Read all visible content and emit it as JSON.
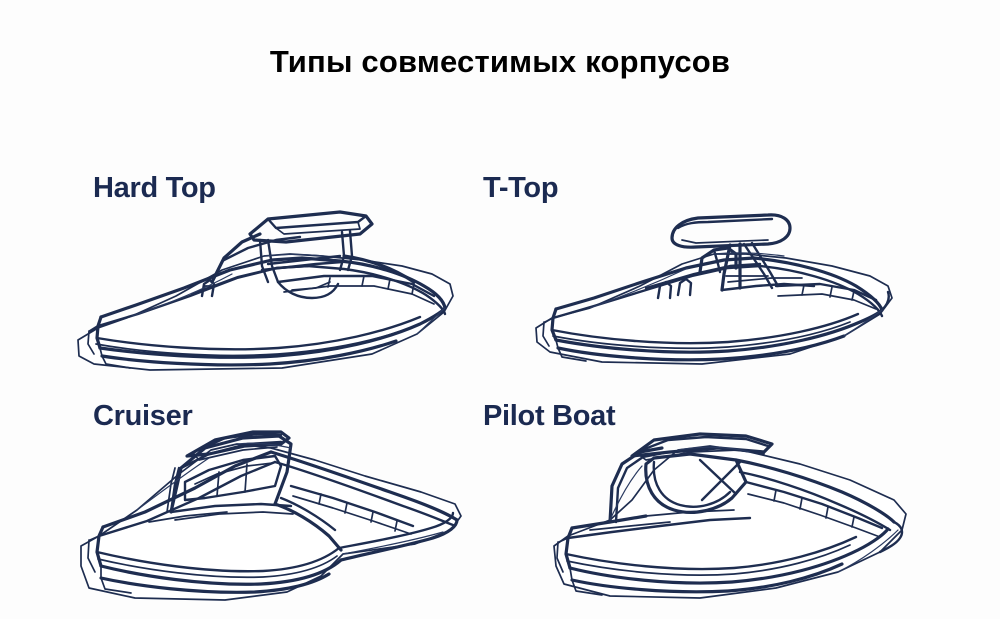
{
  "page": {
    "title": "Типы совместимых корпусов",
    "background_color": "#fdfdfd",
    "title_color": "#000000",
    "label_color": "#1b2a51",
    "line_color": "#1e2d50"
  },
  "panels": [
    {
      "id": "hard-top",
      "label": "Hard Top",
      "illustration_name": "hard-top-boat-illustration",
      "description": "Side view line drawing of a hard top boat with enclosed cabin roof"
    },
    {
      "id": "t-top",
      "label": "T-Top",
      "illustration_name": "t-top-boat-illustration",
      "description": "Side view line drawing of a center console boat with T-top canopy"
    },
    {
      "id": "cruiser",
      "label": "Cruiser",
      "illustration_name": "cruiser-boat-illustration",
      "description": "Side view line drawing of a cruiser boat with raised cabin and windows"
    },
    {
      "id": "pilot-boat",
      "label": "Pilot Boat",
      "illustration_name": "pilot-boat-illustration",
      "description": "Side view line drawing of a pilot boat with forward pilot house"
    }
  ]
}
